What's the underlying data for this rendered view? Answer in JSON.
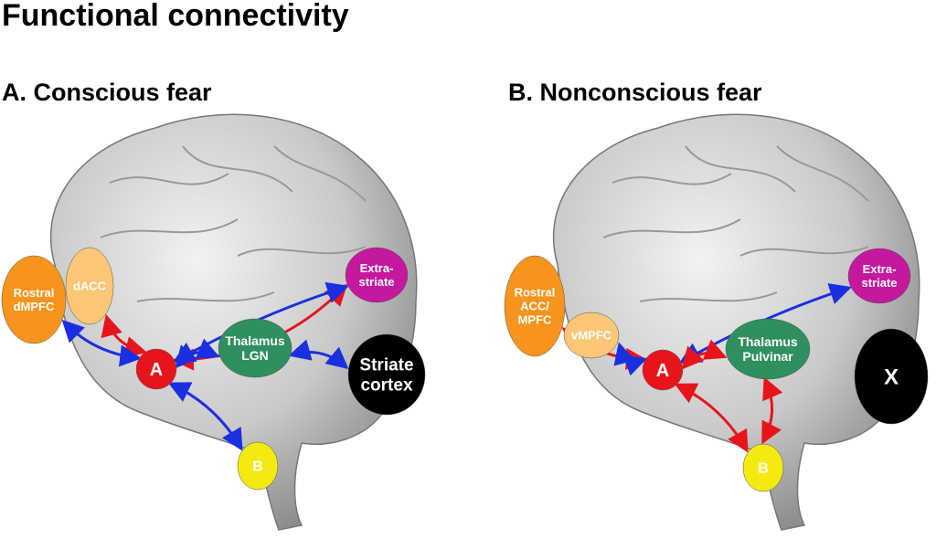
{
  "title": "Functional connectivity",
  "panels": [
    {
      "heading": "A. Conscious fear",
      "nodes": {
        "rostral": {
          "lines": [
            "Rostral",
            "dMPFC"
          ],
          "color": "#f7941d"
        },
        "acc": {
          "lines": [
            "dACC"
          ],
          "color": "#fbc675"
        },
        "extra": {
          "lines": [
            "Extra-",
            "striate"
          ],
          "color": "#c4189e"
        },
        "thal": {
          "lines": [
            "Thalamus",
            "LGN"
          ],
          "color": "#2f8f5f"
        },
        "vis": {
          "lines": [
            "Striate",
            "cortex"
          ],
          "color": "#000000"
        },
        "amyg": {
          "lines": [
            "A"
          ],
          "color": "#e8141b"
        },
        "b": {
          "lines": [
            "B"
          ],
          "color": "#f4ea12"
        }
      },
      "edges": [
        {
          "from": "amyg",
          "to": "acc",
          "color": "red"
        },
        {
          "from": "amyg",
          "to": "extra",
          "color": "red"
        },
        {
          "from": "amyg",
          "to": "extra",
          "color": "blue"
        },
        {
          "from": "amyg",
          "to": "rostral",
          "color": "blue"
        },
        {
          "from": "amyg",
          "to": "thal",
          "color": "blue"
        },
        {
          "from": "thal",
          "to": "vis",
          "color": "blue"
        },
        {
          "from": "amyg",
          "to": "b",
          "color": "blue"
        }
      ]
    },
    {
      "heading": "B. Nonconscious fear",
      "nodes": {
        "rostral": {
          "lines": [
            "Rostral",
            "ACC/",
            "MPFC"
          ],
          "color": "#f7941d"
        },
        "acc": {
          "lines": [
            "vMPFC"
          ],
          "color": "#fbc675"
        },
        "extra": {
          "lines": [
            "Extra-",
            "striate"
          ],
          "color": "#c4189e"
        },
        "thal": {
          "lines": [
            "Thalamus",
            "Pulvinar"
          ],
          "color": "#2f8f5f"
        },
        "vis": {
          "lines": [
            "X"
          ],
          "color": "#000000"
        },
        "amyg": {
          "lines": [
            "A"
          ],
          "color": "#e8141b"
        },
        "b": {
          "lines": [
            "B"
          ],
          "color": "#f4ea12"
        }
      },
      "edges": [
        {
          "from": "amyg",
          "to": "extra",
          "color": "blue"
        },
        {
          "from": "amyg",
          "to": "rostral",
          "color": "red"
        },
        {
          "from": "amyg",
          "to": "acc",
          "color": "blue"
        },
        {
          "from": "amyg",
          "to": "thal",
          "color": "red"
        },
        {
          "from": "amyg",
          "to": "b",
          "color": "red"
        },
        {
          "from": "thal",
          "to": "b",
          "color": "red"
        }
      ]
    }
  ],
  "colors": {
    "red": "#e8141b",
    "blue": "#1a2fe0"
  }
}
